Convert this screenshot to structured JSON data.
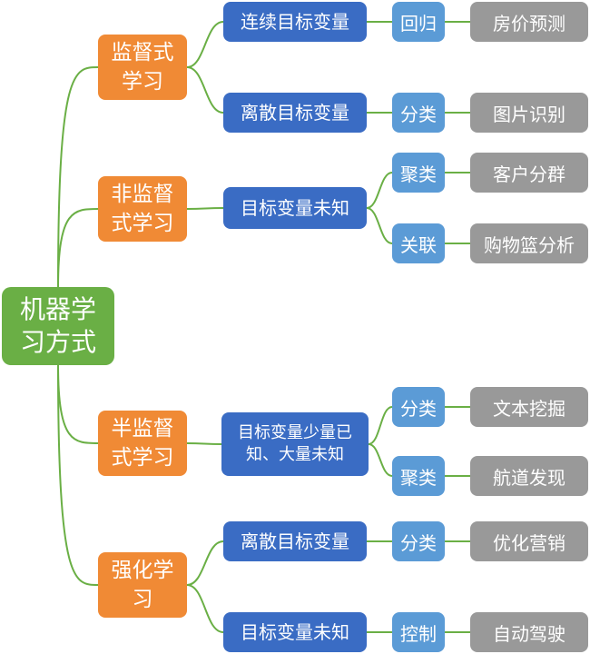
{
  "root": {
    "label": "机器学\n习方式"
  },
  "branches": [
    {
      "label": "监督式\n学习",
      "children": [
        {
          "label": "连续目标变量",
          "children": [
            {
              "label": "回归",
              "leaf": "房价预测"
            }
          ]
        },
        {
          "label": "离散目标变量",
          "children": [
            {
              "label": "分类",
              "leaf": "图片识别"
            }
          ]
        }
      ]
    },
    {
      "label": "非监督\n式学习",
      "children": [
        {
          "label": "目标变量未知",
          "children": [
            {
              "label": "聚类",
              "leaf": "客户分群"
            },
            {
              "label": "关联",
              "leaf": "购物篮分析"
            }
          ]
        }
      ]
    },
    {
      "label": "半监督\n式学习",
      "children": [
        {
          "label": "目标变量少量已\n知、大量未知",
          "children": [
            {
              "label": "分类",
              "leaf": "文本挖掘"
            },
            {
              "label": "聚类",
              "leaf": "航道发现"
            }
          ]
        }
      ]
    },
    {
      "label": "强化学\n习",
      "children": [
        {
          "label": "离散目标变量",
          "children": [
            {
              "label": "分类",
              "leaf": "优化营销"
            }
          ]
        },
        {
          "label": "目标变量未知",
          "children": [
            {
              "label": "控制",
              "leaf": "自动驾驶"
            }
          ]
        }
      ]
    }
  ],
  "colors": {
    "root": "#6aaf45",
    "level1": "#f08a35",
    "level2": "#3a6cc4",
    "level3": "#5b9bd6",
    "leaf": "#999999",
    "connector": "#6aaf45"
  }
}
